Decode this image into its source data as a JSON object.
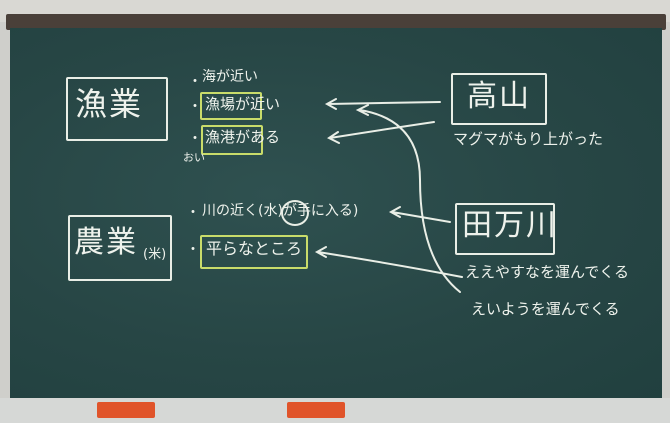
{
  "board": {
    "fishing_term": "漁業",
    "farming_term": "農業",
    "farming_note": "(米)",
    "mountain_term": "高山",
    "river_term": "田万川",
    "fishing_points": [
      "海が近い",
      "漁場が近い",
      "漁港がある"
    ],
    "fishing_side_note": "おい",
    "farming_points": [
      "川の近く(水)が手に入る)",
      "平らなところ"
    ],
    "mountain_cause": "マグマがもり上がった",
    "river_effect_1": "えいようを運んでくる",
    "river_effect_2": "ええやすなを運んでくる",
    "bullet": "・"
  }
}
